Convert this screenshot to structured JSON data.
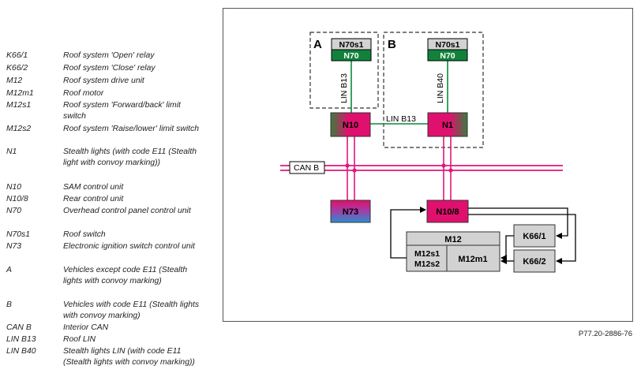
{
  "legend": [
    {
      "code": "K66/1",
      "desc": "Roof system 'Open' relay"
    },
    {
      "code": "K66/2",
      "desc": "Roof system 'Close' relay"
    },
    {
      "code": "M12",
      "desc": "Roof system drive unit"
    },
    {
      "code": "M12m1",
      "desc": "Roof motor"
    },
    {
      "code": "M12s1",
      "desc": "Roof system 'Forward/back' limit switch"
    },
    {
      "code": "M12s2",
      "desc": "Roof system 'Raise/lower' limit switch"
    },
    {
      "code": "N1",
      "desc": "Stealth lights (with code E11 (Stealth light with convoy marking))"
    },
    {
      "code": "N10",
      "desc": "SAM control unit"
    },
    {
      "code": "N10/8",
      "desc": "Rear control unit"
    },
    {
      "code": "N70",
      "desc": "Overhead control panel control unit"
    },
    {
      "code": "N70s1",
      "desc": "Roof switch"
    },
    {
      "code": "N73",
      "desc": "Electronic ignition switch control unit"
    },
    {
      "code": "A",
      "desc": "Vehicles except code E11 (Stealth lights with convoy marking)"
    },
    {
      "code": "B",
      "desc": "Vehicles with code E11 (Stealth lights with convoy marking)"
    },
    {
      "code": "CAN B",
      "desc": "Interior CAN"
    },
    {
      "code": "LIN B13",
      "desc": "Roof LIN"
    },
    {
      "code": "LIN B40",
      "desc": "Stealth lights LIN (with code E11 (Stealth lights with convoy marking))"
    }
  ],
  "diagram": {
    "group_a_label": "A",
    "group_b_label": "B",
    "n70s1_a": "N70s1",
    "n70_a": "N70",
    "n70s1_b": "N70s1",
    "n70_b": "N70",
    "lin_b13_vertical": "LIN B13",
    "lin_b40_vertical": "LIN B40",
    "lin_b13_horizontal": "LIN B13",
    "n10": "N10",
    "n1": "N1",
    "can_b": "CAN B",
    "n73": "N73",
    "n10_8": "N10/8",
    "m12": "M12",
    "m12s1": "M12s1",
    "m12s2": "M12s2",
    "m12m1": "M12m1",
    "k66_1": "K66/1",
    "k66_2": "K66/2"
  },
  "figure_ref": "P77.20-2886-76",
  "colors": {
    "can_bus": "#e0177a",
    "lin_bus": "#0a8a3a",
    "module_magenta": "#e0106e",
    "module_green": "#3a7a3a",
    "n73_blue": "#2a8fd0",
    "grey_box": "#d2d2d2"
  }
}
